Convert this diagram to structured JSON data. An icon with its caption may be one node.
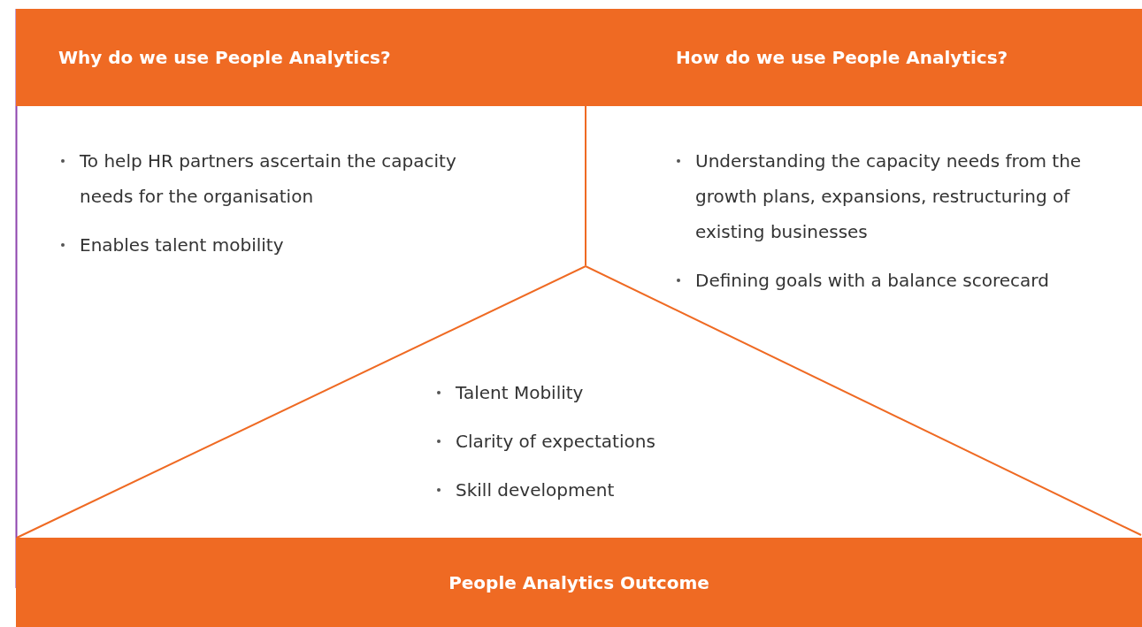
{
  "diagram": {
    "nodes": [
      {
        "text": [
          "Why do we use People Analytics?",
          "To help HR partners ascertain the capacity needs for the organisation",
          "Enables talent mobility"
        ]
      },
      {
        "text": [
          "How do we use People Analytics?",
          "Understanding the capacity needs from the growth plans, expansions, restructuring of existing businesses",
          "Defining goals with a balance scorecard"
        ]
      },
      {
        "text": [
          "Talent Mobility",
          "Clarity of expectations",
          "Skill development",
          "People Analytics Outcome"
        ]
      }
    ],
    "edges": []
  }
}
